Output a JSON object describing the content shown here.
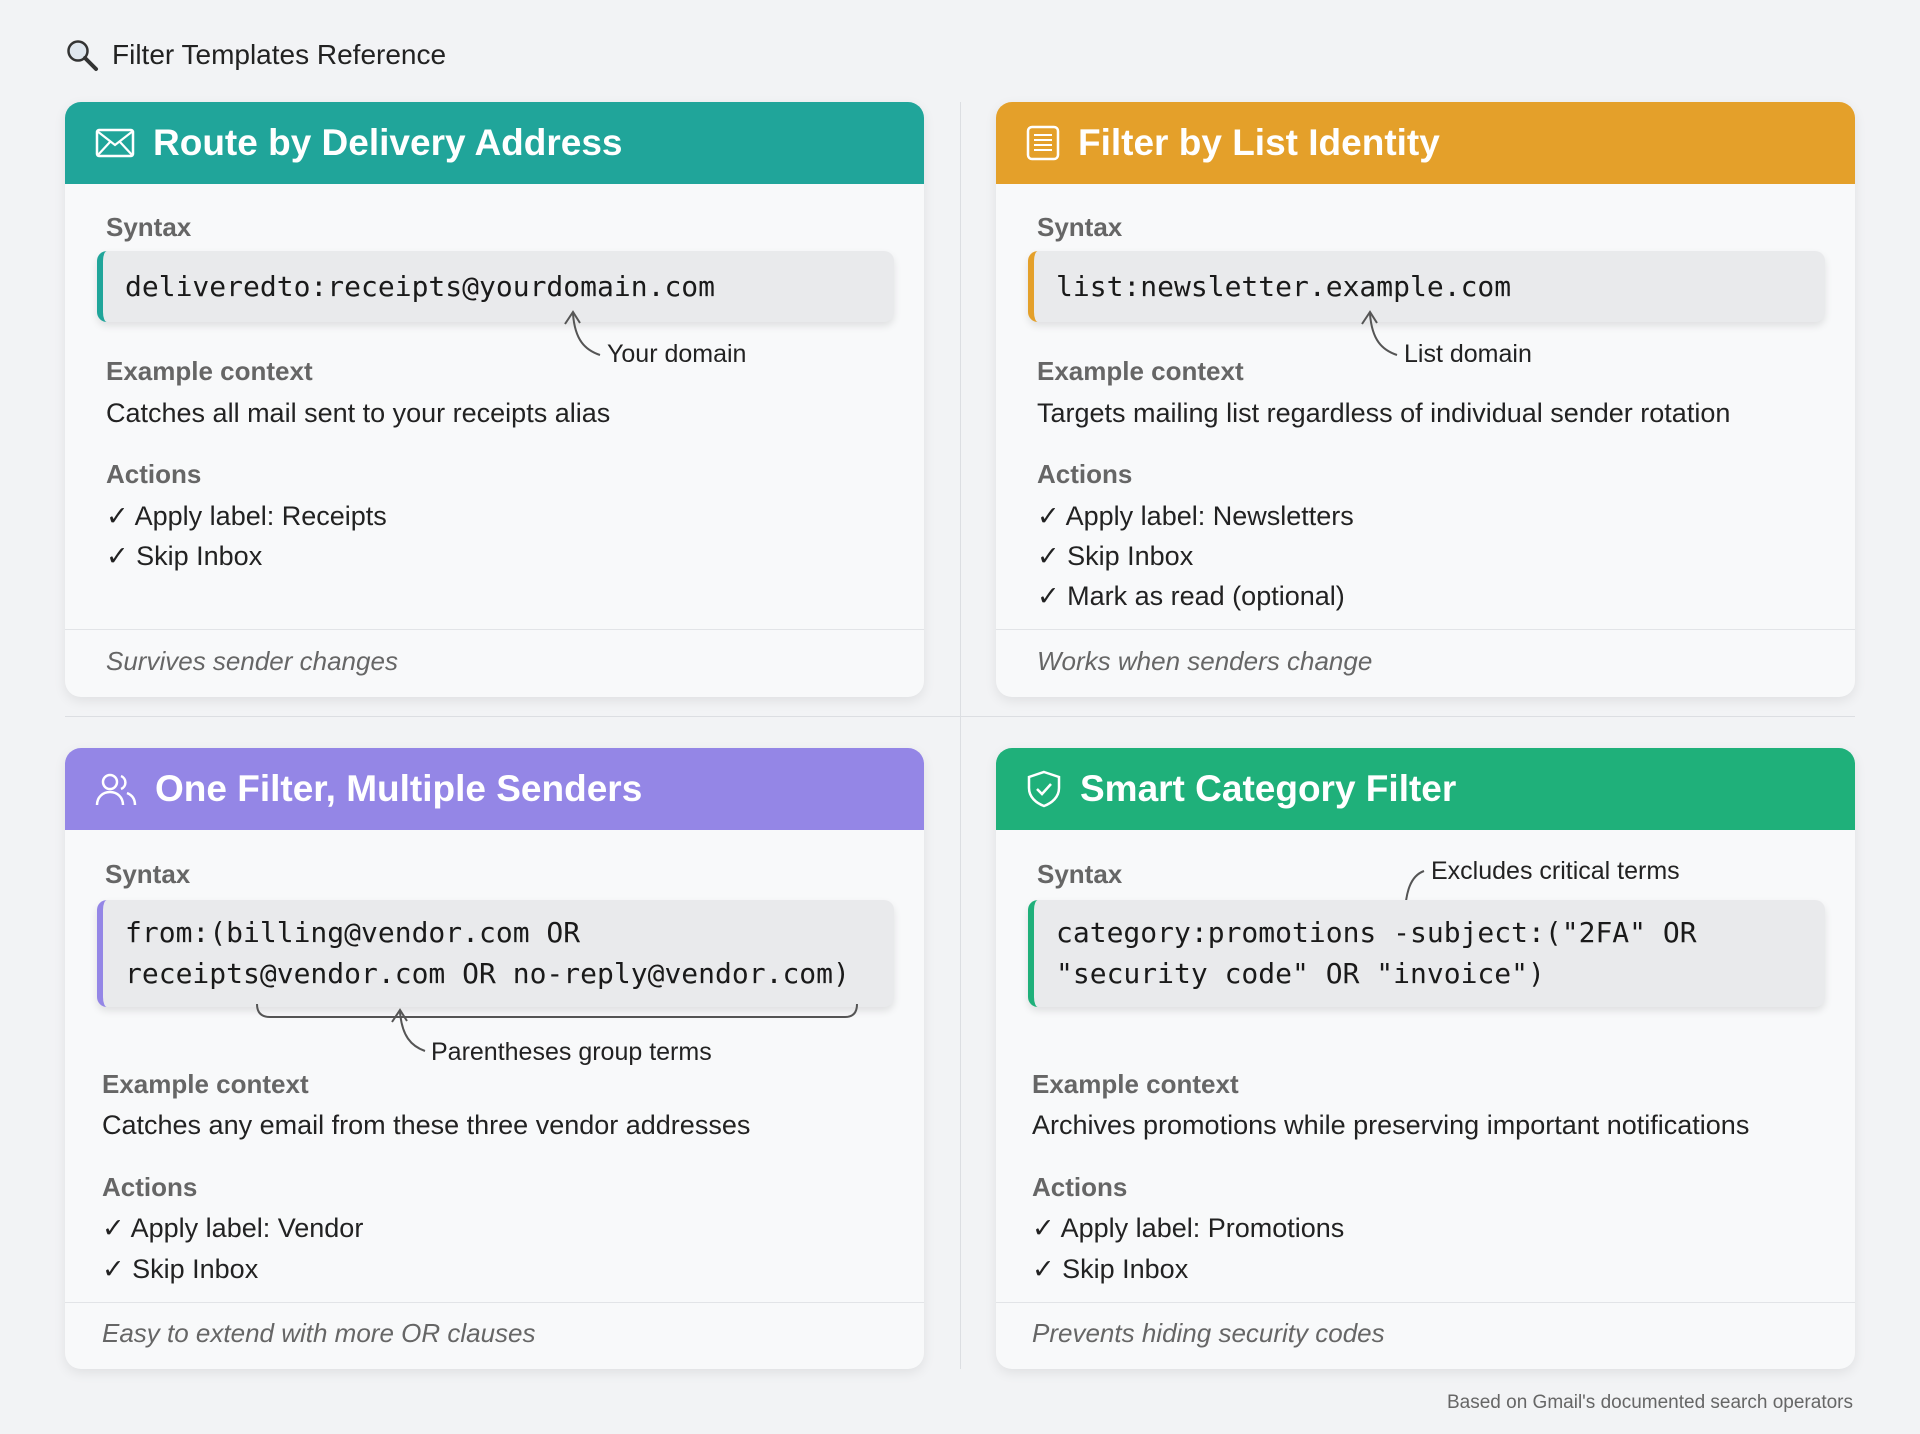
{
  "page": {
    "title": "Filter Templates Reference",
    "credit": "Based on Gmail's documented search operators"
  },
  "labels": {
    "syntax": "Syntax",
    "example": "Example context",
    "actions": "Actions"
  },
  "cards": [
    {
      "title": "Route by Delivery Address",
      "icon": "envelope-icon",
      "color": "#20a59a",
      "syntax": "deliveredto:receipts@yourdomain.com",
      "annotation": "Your domain",
      "context": "Catches all mail sent to your receipts alias",
      "actions": [
        "Apply label: Receipts",
        "Skip Inbox"
      ],
      "footer": "Survives sender changes"
    },
    {
      "title": "Filter by List Identity",
      "icon": "list-icon",
      "color": "#e4a02a",
      "syntax": "list:newsletter.example.com",
      "annotation": "List domain",
      "context": "Targets mailing list regardless of individual sender rotation",
      "actions": [
        "Apply label: Newsletters",
        "Skip Inbox",
        "Mark as read (optional)"
      ],
      "footer": "Works when senders change"
    },
    {
      "title": "One Filter, Multiple Senders",
      "icon": "users-icon",
      "color": "#9486e6",
      "syntax": [
        "from:(billing@vendor.com OR",
        "receipts@vendor.com OR no-reply@vendor.com)"
      ],
      "annotation": "Parentheses group terms",
      "context": "Catches any email from these three vendor addresses",
      "actions": [
        "Apply label: Vendor",
        "Skip Inbox"
      ],
      "footer": "Easy to extend with more OR clauses"
    },
    {
      "title": "Smart Category Filter",
      "icon": "shield-check-icon",
      "color": "#1fb07a",
      "syntax": [
        "category:promotions -subject:(\"2FA\" OR",
        "\"security code\" OR \"invoice\")"
      ],
      "annotation": "Excludes critical terms",
      "context": "Archives promotions while preserving important notifications",
      "actions": [
        "Apply label: Promotions",
        "Skip Inbox"
      ],
      "footer": "Prevents hiding security codes"
    }
  ]
}
